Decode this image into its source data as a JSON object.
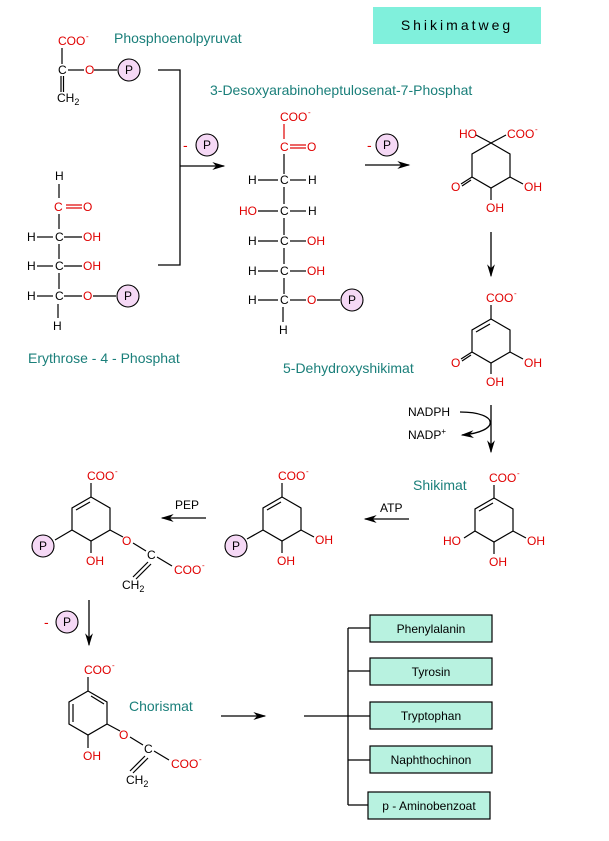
{
  "title": "Shikimatweg",
  "colors": {
    "label": "#1a7f7a",
    "heteroatom": "#e00000",
    "phosphate_fill": "#f5d8f5",
    "title_bg": "#80f0dc",
    "box_bg": "#b8f2e0"
  },
  "compounds": {
    "pep": "Phosphoenolpyruvat",
    "dahp": "3-Desoxyarabinoheptulosenat-7-Phosphat",
    "e4p": "Erythrose - 4 - Phosphat",
    "dhs": "5-Dehydroxyshikimat",
    "shikimat": "Shikimat",
    "chorismat": "Chorismat"
  },
  "atoms": {
    "coo": "COO",
    "charge_minus": "-",
    "charge_plus": "+",
    "c": "C",
    "o": "O",
    "h": "H",
    "oh": "OH",
    "ho": "HO",
    "ch": "CH",
    "two": "2",
    "p": "P"
  },
  "reagents": {
    "nadph": "NADPH",
    "nadp": "NADP",
    "atp": "ATP",
    "pep": "PEP",
    "minus_p": "-"
  },
  "products": [
    "Phenylalanin",
    "Tyrosin",
    "Tryptophan",
    "Naphthochinon",
    "p - Aminobenzoat"
  ]
}
